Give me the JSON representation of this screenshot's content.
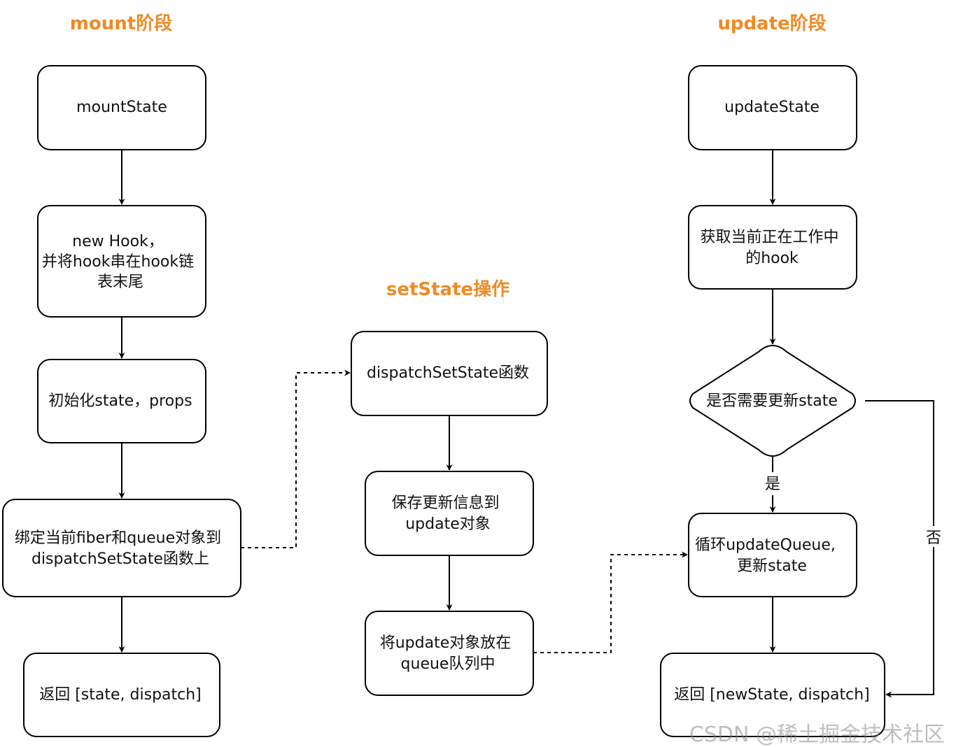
{
  "titles": {
    "mount": "mount阶段",
    "set_state": "setState操作",
    "update": "update阶段"
  },
  "nodes": {
    "mount_state": [
      "mountState"
    ],
    "new_hook": [
      "new Hook，",
      "并将hook串在hook链",
      "表末尾"
    ],
    "init_state": [
      "初始化state，props"
    ],
    "bind_fiber": [
      "绑定当前fiber和queue对象到",
      "dispatchSetState函数上"
    ],
    "mount_return": [
      "返回 [state, dispatch]"
    ],
    "dispatch_fn": [
      "dispatchSetState函数"
    ],
    "save_update": [
      "保存更新信息到",
      "update对象"
    ],
    "enqueue_update": [
      "将update对象放在",
      "queue队列中"
    ],
    "update_state": [
      "updateState"
    ],
    "get_hook": [
      "获取当前正在工作中",
      "的hook"
    ],
    "need_update": [
      "是否需要更新state"
    ],
    "loop_queue": [
      "循环updateQueue,",
      "更新state"
    ],
    "update_return": [
      "返回 [newState, dispatch]"
    ]
  },
  "edge_labels": {
    "yes": "是",
    "no": "否"
  },
  "watermark": "CSDN @稀土掘金技术社区"
}
